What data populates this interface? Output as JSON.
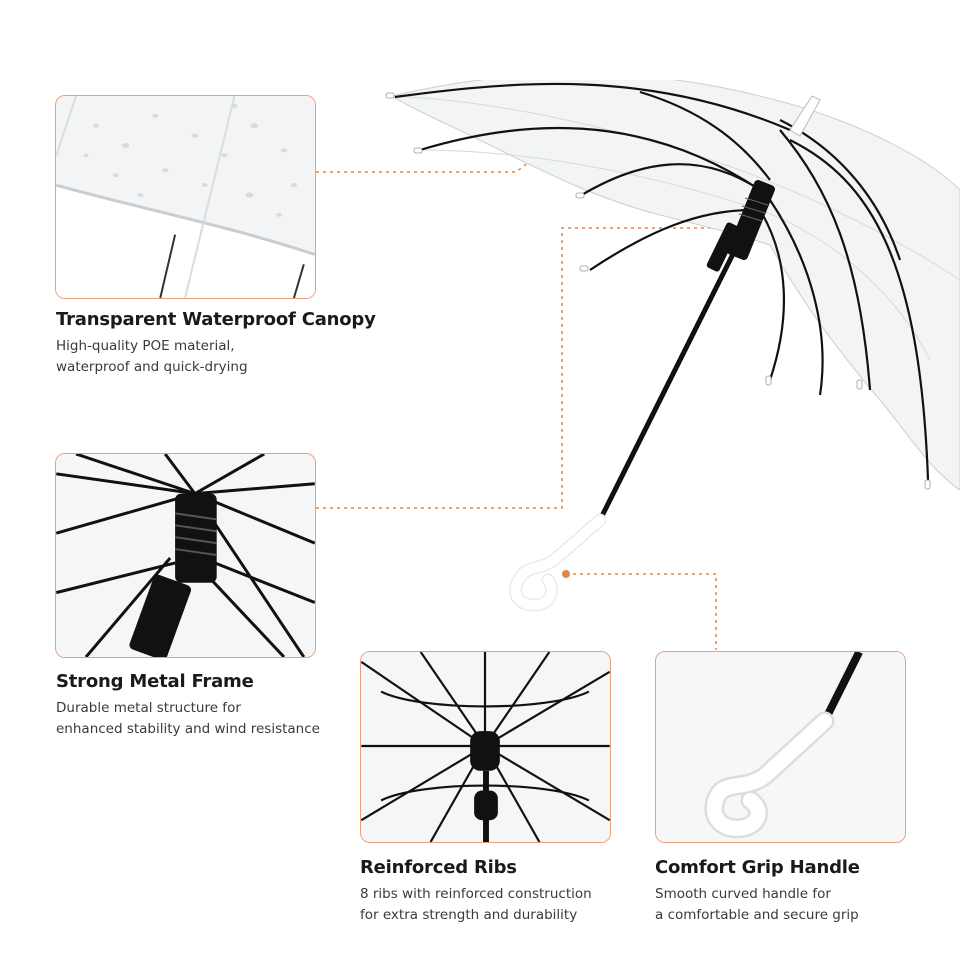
{
  "features": [
    {
      "title": "Transparent Waterproof Canopy",
      "line1": "High-quality POE material,",
      "line2": "waterproof and quick-drying"
    },
    {
      "title": "Strong Metal Frame",
      "line1": "Durable metal structure for",
      "line2": "enhanced stability and wind resistance"
    },
    {
      "title": "Reinforced Ribs",
      "line1": "8 ribs with reinforced construction",
      "line2": "for extra strength and durability"
    },
    {
      "title": "Comfort Grip Handle",
      "line1": "Smooth curved handle for",
      "line2": "a comfortable and secure grip"
    }
  ],
  "colors": {
    "accent": "#e0874e",
    "frame": "#111111",
    "handle": "#ffffff",
    "panel_border": "#e8a07a"
  },
  "icons": [
    "umbrella-product-image",
    "canopy-closeup-image",
    "frame-closeup-image",
    "ribs-closeup-image",
    "handle-closeup-image"
  ]
}
